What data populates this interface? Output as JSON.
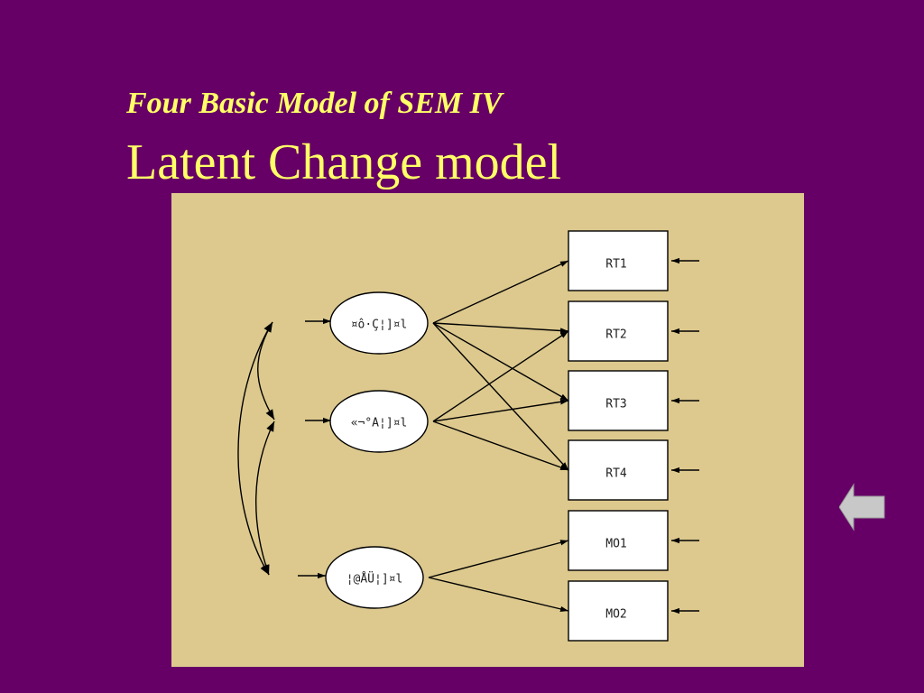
{
  "header": {
    "subtitle": "Four Basic Model of SEM IV",
    "title": "Latent Change model"
  },
  "diagram": {
    "latents": [
      {
        "id": "L1",
        "label": "¤ô·Ç¦]¤l"
      },
      {
        "id": "L2",
        "label": "«¬°A¦]¤l"
      },
      {
        "id": "L3",
        "label": "¦@ÅÜ¦]¤l"
      }
    ],
    "observed": [
      {
        "id": "RT1",
        "label": "RT1"
      },
      {
        "id": "RT2",
        "label": "RT2"
      },
      {
        "id": "RT3",
        "label": "RT3"
      },
      {
        "id": "RT4",
        "label": "RT4"
      },
      {
        "id": "MO1",
        "label": "MO1"
      },
      {
        "id": "MO2",
        "label": "MO2"
      }
    ],
    "paths": [
      [
        "L1",
        "RT1"
      ],
      [
        "L1",
        "RT2"
      ],
      [
        "L1",
        "RT3"
      ],
      [
        "L1",
        "RT4"
      ],
      [
        "L2",
        "RT2"
      ],
      [
        "L2",
        "RT3"
      ],
      [
        "L2",
        "RT4"
      ],
      [
        "L3",
        "MO1"
      ],
      [
        "L3",
        "MO2"
      ]
    ],
    "colors": {
      "background": "#660066",
      "panel": "#ddc98e",
      "title": "#ffff66"
    }
  },
  "nav": {
    "back_icon": "left-arrow-icon"
  }
}
